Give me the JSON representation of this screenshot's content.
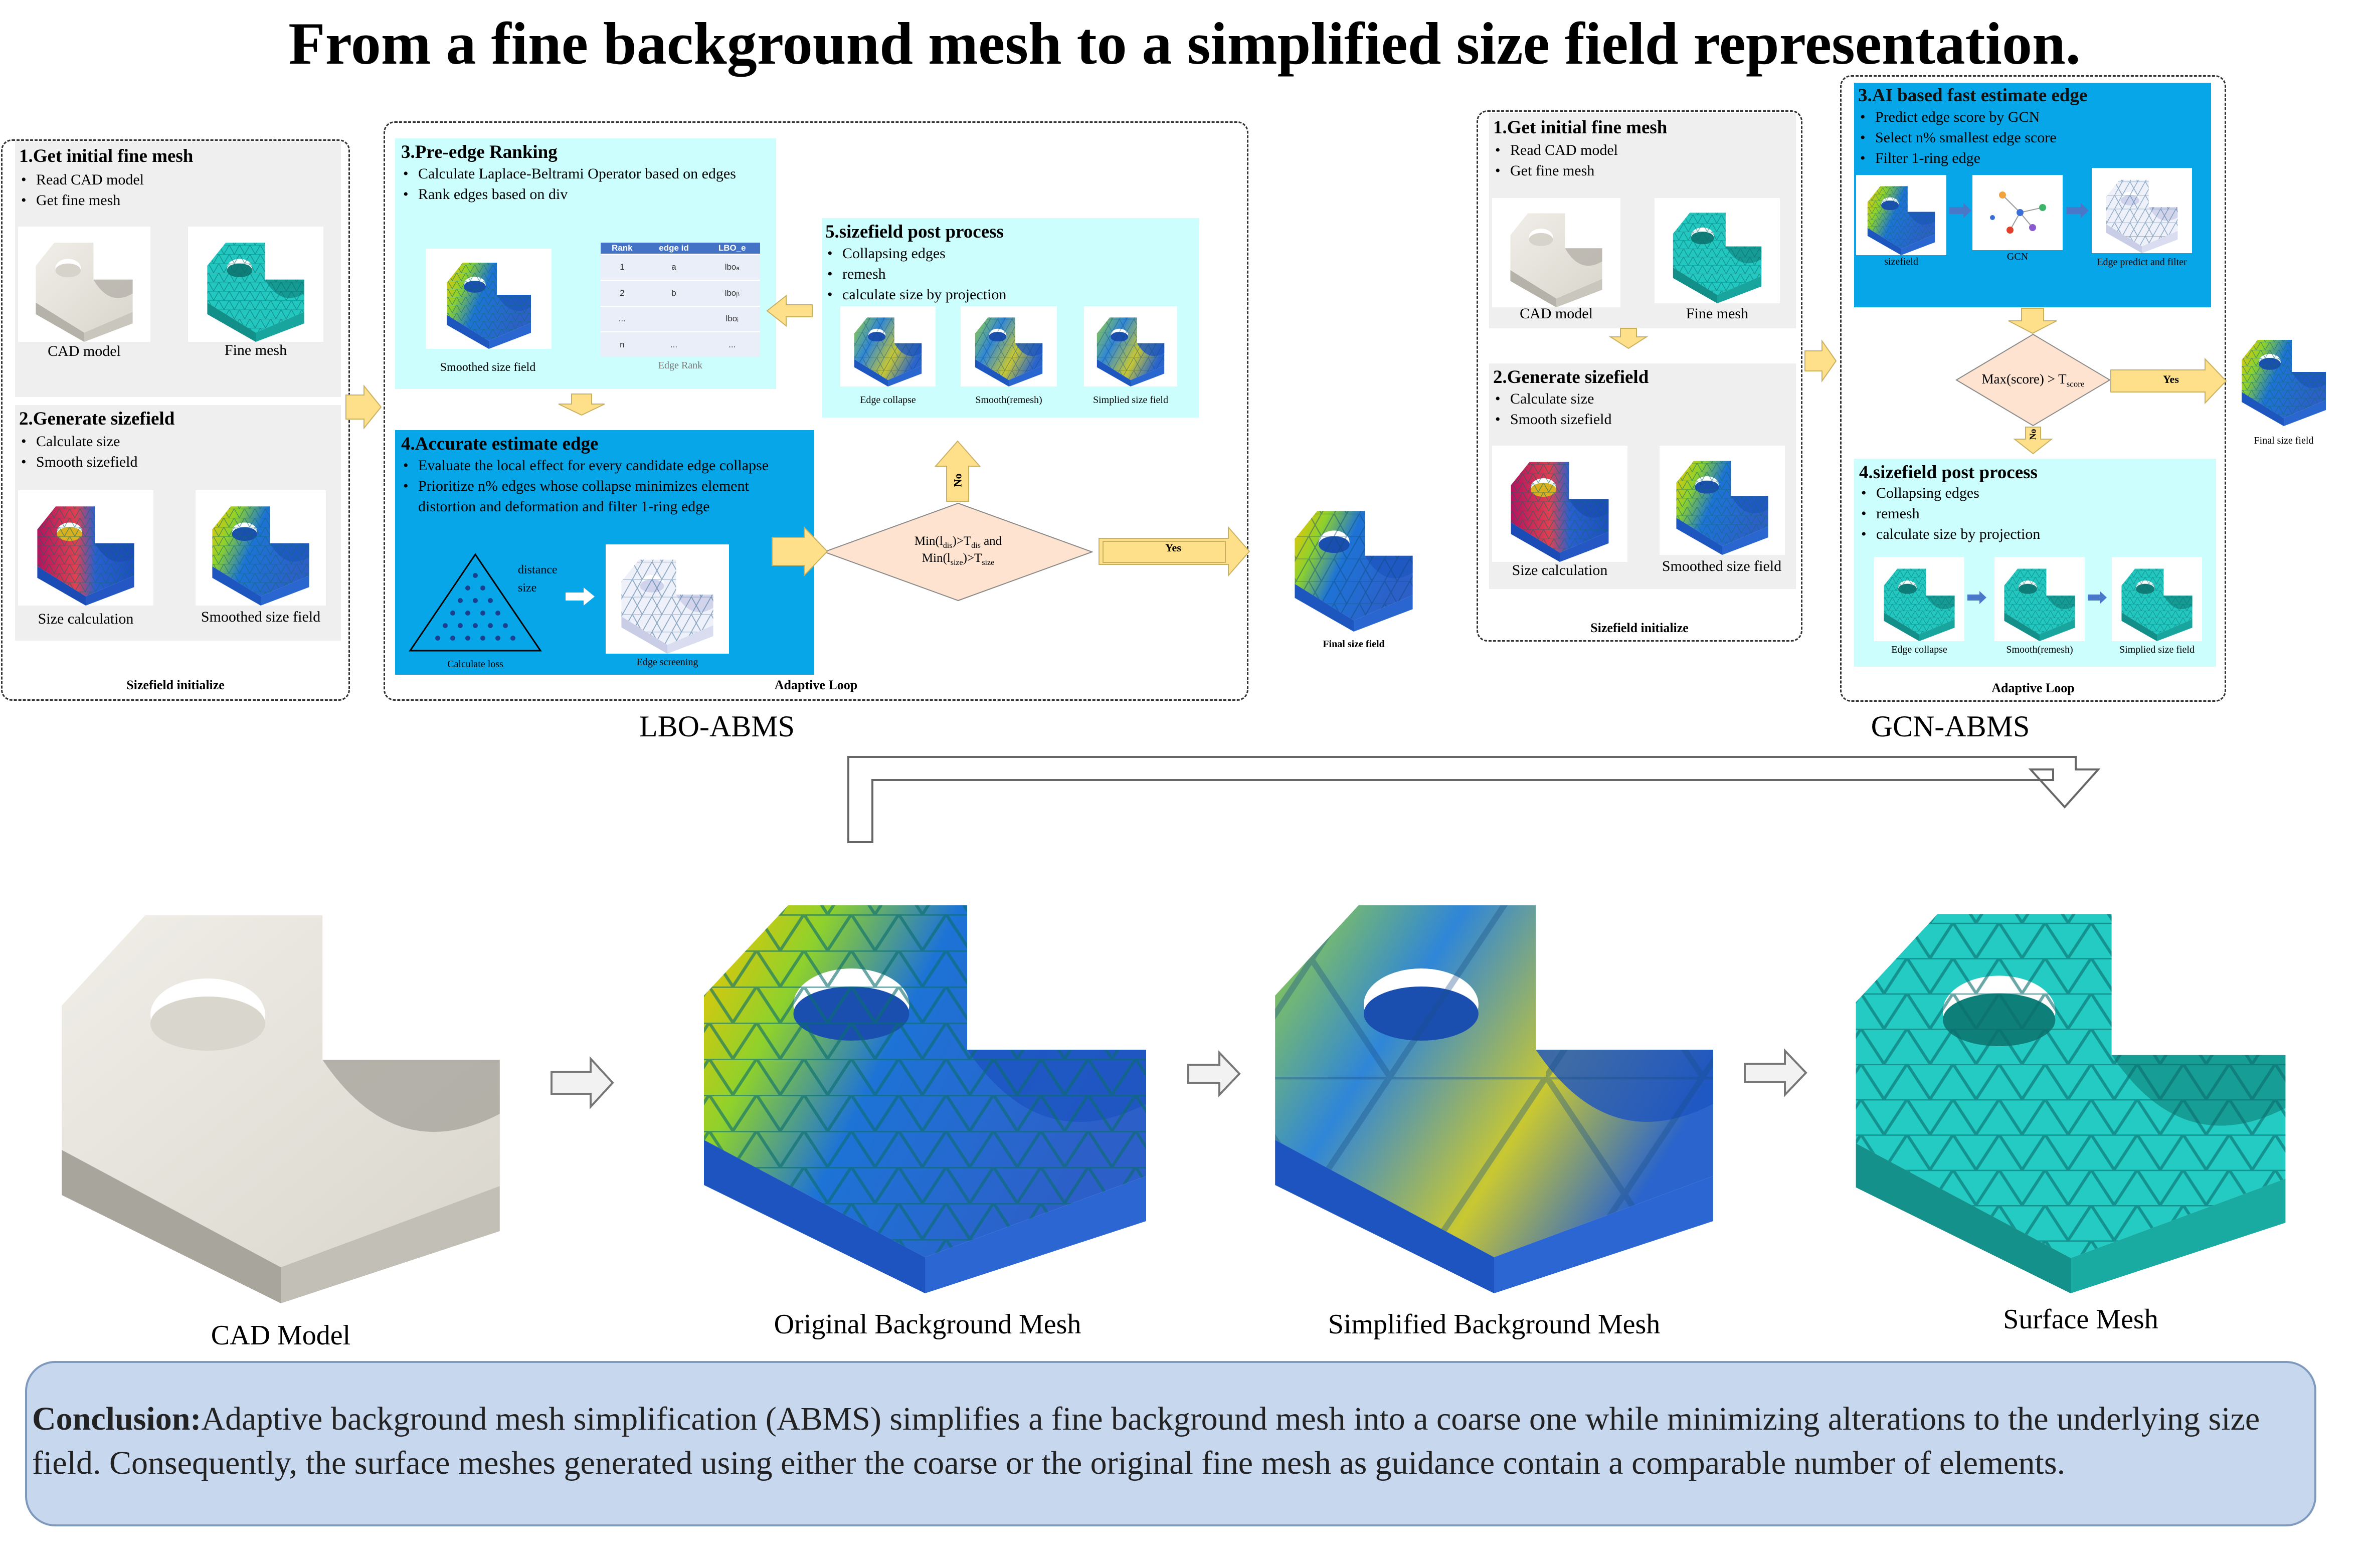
{
  "title": "From a fine background mesh to a simplified size field representation.",
  "lbo": {
    "label": "LBO-ABMS",
    "step1": {
      "title": "1.Get initial fine mesh",
      "items": [
        "Read CAD model",
        "Get fine mesh"
      ],
      "caption_cad": "CAD model",
      "caption_fine": "Fine mesh"
    },
    "step2": {
      "title": "2.Generate sizefield",
      "items": [
        "Calculate size",
        "Smooth sizefield"
      ],
      "caption_size": "Size calculation",
      "caption_smoothed": "Smoothed size field"
    },
    "init_footer": "Sizefield initialize",
    "step3": {
      "title": "3.Pre-edge Ranking",
      "items": [
        "Calculate Laplace-Beltrami Operator based on edges",
        "Rank edges based on div"
      ],
      "caption_smoothed": "Smoothed size field",
      "table_caption": "Edge  Rank",
      "table": {
        "headers": [
          "Rank",
          "edge id",
          "LBO_e"
        ],
        "rows": [
          [
            "1",
            "a",
            "lboₐ"
          ],
          [
            "2",
            "b",
            "lboᵦ"
          ],
          [
            "...",
            "",
            "lboᵢ"
          ],
          [
            "n",
            "...",
            "..."
          ]
        ]
      }
    },
    "step4": {
      "title": "4.Accurate estimate edge",
      "items": [
        "Evaluate the local effect for every candidate edge collapse",
        "Prioritize n% edges whose collapse minimizes element distortion and deformation and filter 1-ring edge"
      ],
      "tri_distance": "distance",
      "tri_size": "size",
      "caption_loss": "Calculate loss",
      "caption_screen": "Edge screening"
    },
    "step5": {
      "title": "5.sizefield post process",
      "items": [
        "Collapsing edges",
        "remesh",
        "calculate size by projection"
      ],
      "caption_collapse": "Edge collapse",
      "caption_smooth": "Smooth(remesh)",
      "caption_simplied": "Simplied size field"
    },
    "decision": {
      "line1": "Min(l",
      "line1_sub": "dis",
      "line1_rest": ")>T",
      "line1_sub2": "dis",
      "line1_end": "  and",
      "line2": "Min(l",
      "line2_sub": "size",
      "line2_rest": ")>T",
      "line2_sub2": "size"
    },
    "yes": "Yes",
    "no": "No",
    "loop_footer": "Adaptive Loop",
    "final": "Final size field"
  },
  "gcn": {
    "label": "GCN-ABMS",
    "step1": {
      "title": "1.Get initial fine mesh",
      "items": [
        "Read CAD model",
        "Get fine mesh"
      ],
      "caption_cad": "CAD model",
      "caption_fine": "Fine mesh"
    },
    "step2": {
      "title": "2.Generate sizefield",
      "items": [
        "Calculate size",
        "Smooth sizefield"
      ],
      "caption_size": "Size calculation",
      "caption_smoothed": "Smoothed size field"
    },
    "init_footer": "Sizefield initialize",
    "step3": {
      "title": "3.AI based fast estimate edge",
      "items": [
        "Predict edge score by GCN",
        "Select n% smallest edge score",
        "Filter 1-ring edge"
      ],
      "caption_sizefield": "sizefield",
      "caption_gcn": "GCN",
      "caption_edge": "Edge predict and filter"
    },
    "decision": {
      "text": "Max(score) > T",
      "sub": "score"
    },
    "yes": "Yes",
    "no": "No",
    "step4": {
      "title": "4.sizefield post process",
      "items": [
        "Collapsing edges",
        "remesh",
        "calculate size by projection"
      ],
      "caption_collapse": "Edge collapse",
      "caption_smooth": "Smooth(remesh)",
      "caption_simplied": "Simplied size field"
    },
    "loop_footer": "Adaptive Loop",
    "final": "Final size field"
  },
  "bottom": {
    "cad": "CAD Model",
    "original": "Original Background Mesh",
    "simplified": "Simplified Background Mesh",
    "surface": "Surface Mesh"
  },
  "conclusion": {
    "label": "Conclusion:",
    "text": "Adaptive background mesh simplification (ABMS)  simplifies a fine background mesh into a coarse one while minimizing alterations to the underlying size field. Consequently, the surface meshes generated using either the coarse or the original fine mesh as guidance contain a comparable number of elements."
  },
  "colors": {
    "gray_panel": "#efefef",
    "cyan_panel": "#ccfefe",
    "blue_panel": "#07a6e8",
    "arrow": "#ffe08a",
    "decision": "#fde3d0",
    "conclusion_bg": "#c7d7ee"
  }
}
